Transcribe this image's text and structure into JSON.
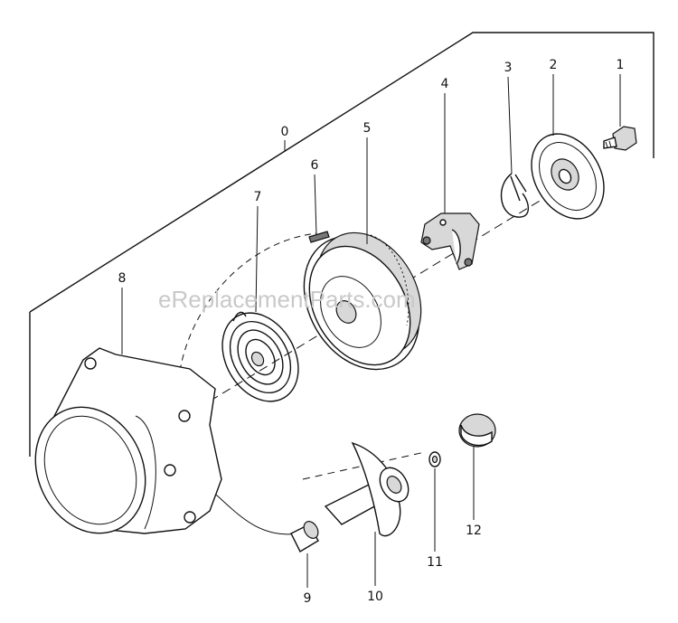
{
  "diagram": {
    "watermark": "eReplacementParts.com",
    "callouts": [
      "0",
      "1",
      "2",
      "3",
      "4",
      "5",
      "6",
      "7",
      "8",
      "9",
      "10",
      "11",
      "12"
    ]
  }
}
